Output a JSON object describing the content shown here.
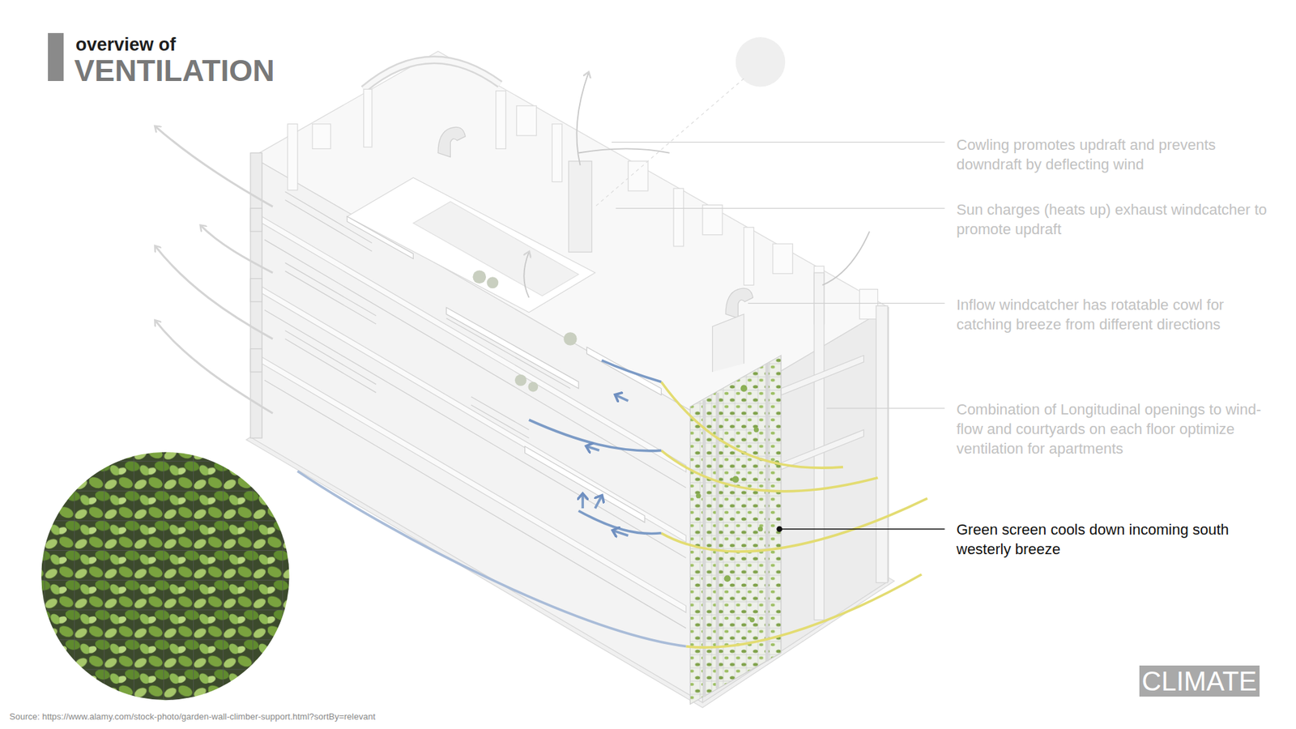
{
  "diagram": {
    "title": "VENTILATION",
    "caption": "Source: https://www.alamy.com/stock-photo/garden-wall-climber-support.html?sortBy=relevant",
    "nodes": [
      {
        "text": [
          "CLIMATE"
        ]
      }
    ],
    "labels": [
      "overview of",
      "Cowling promotes updraft and prevents downdraft by deflecting wind",
      "Sun charges (heats up) exhaust windcatcher to promote updraft",
      "Inflow windcatcher has rotatable cowl for catching breeze from different directions",
      "Combination of Longitudinal openings to wind-flow and courtyards on each floor optimize ventilation for apartments",
      "Green screen cools down incoming south westerly breeze"
    ]
  }
}
